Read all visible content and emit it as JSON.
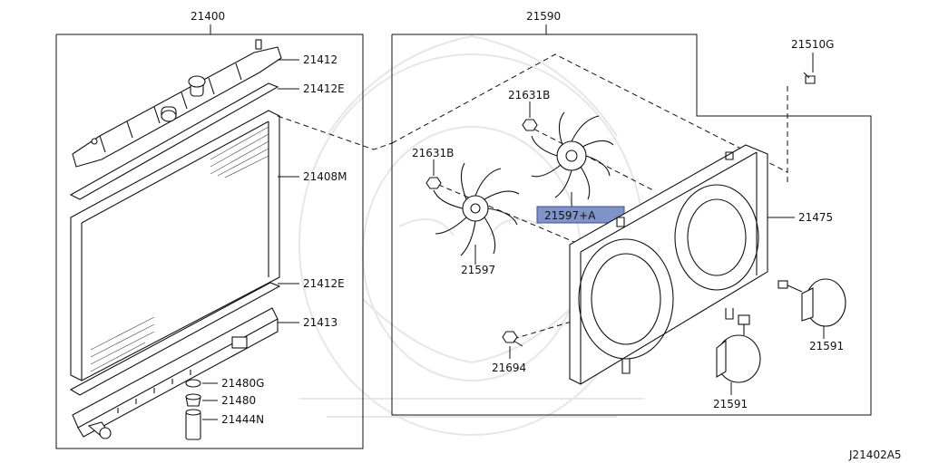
{
  "diagram": {
    "parts": {
      "radiator_assembly": "21400",
      "radiator_upper_tank": "21412",
      "upper_seal": "21412E",
      "radiator_core": "21408M",
      "lower_seal": "21412E",
      "radiator_lower_tank": "21413",
      "drain_plug_seal": "21480G",
      "drain_plug": "21480",
      "hose_pipe": "21444N",
      "fan_motor_assembly": "21590",
      "screw": "21510G",
      "nut_upper": "21631B",
      "nut_left": "21631B",
      "fan_left": "21597",
      "fan_right_highlighted": "21597+A",
      "fan_shroud": "21475",
      "fan_motor_right": "21591",
      "fan_motor_bottom": "21591",
      "bolt": "21694"
    },
    "diagram_id": "J21402A5",
    "highlight_color": "#7f93c8"
  }
}
